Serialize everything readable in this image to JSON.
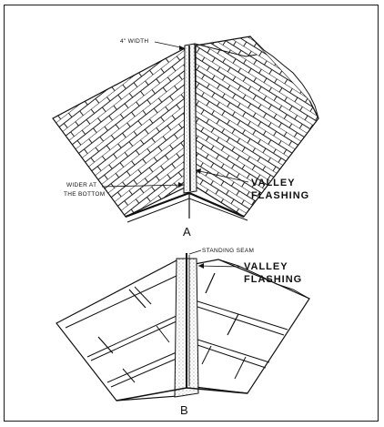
{
  "figure_a": {
    "label": "A",
    "width_note": "4\" WIDTH",
    "bottom_note_line1": "WIDER AT",
    "bottom_note_line2": "THE BOTTOM",
    "flashing_line1": "VALLEY",
    "flashing_line2": "FLASHING"
  },
  "figure_b": {
    "label": "B",
    "seam_note": "STANDING SEAM",
    "flashing_line1": "VALLEY",
    "flashing_line2": "FLASHING"
  },
  "colors": {
    "ink": "#111111",
    "paper": "#ffffff"
  }
}
